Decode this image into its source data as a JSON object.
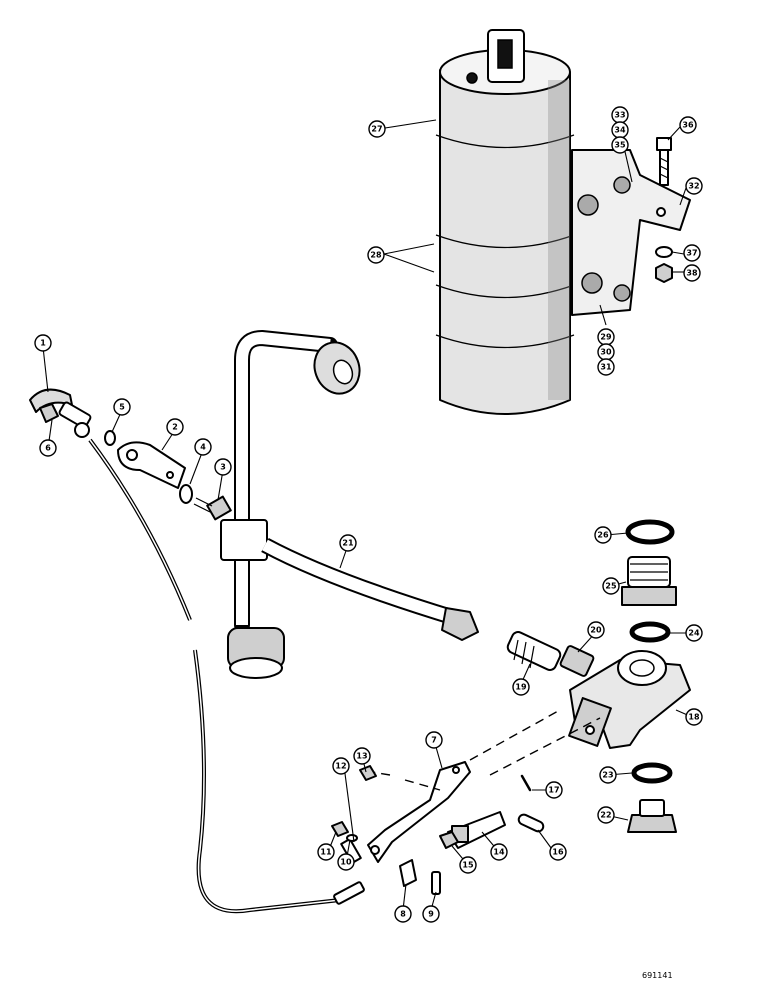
{
  "figure_code": "691141",
  "callouts": [
    "1",
    "2",
    "3",
    "4",
    "5",
    "6",
    "7",
    "8",
    "9",
    "10",
    "11",
    "12",
    "13",
    "14",
    "15",
    "16",
    "17",
    "18",
    "19",
    "20",
    "21",
    "22",
    "23",
    "24",
    "25",
    "26",
    "27",
    "28",
    "29",
    "30",
    "31",
    "32",
    "33",
    "34",
    "35",
    "36",
    "37",
    "38"
  ]
}
